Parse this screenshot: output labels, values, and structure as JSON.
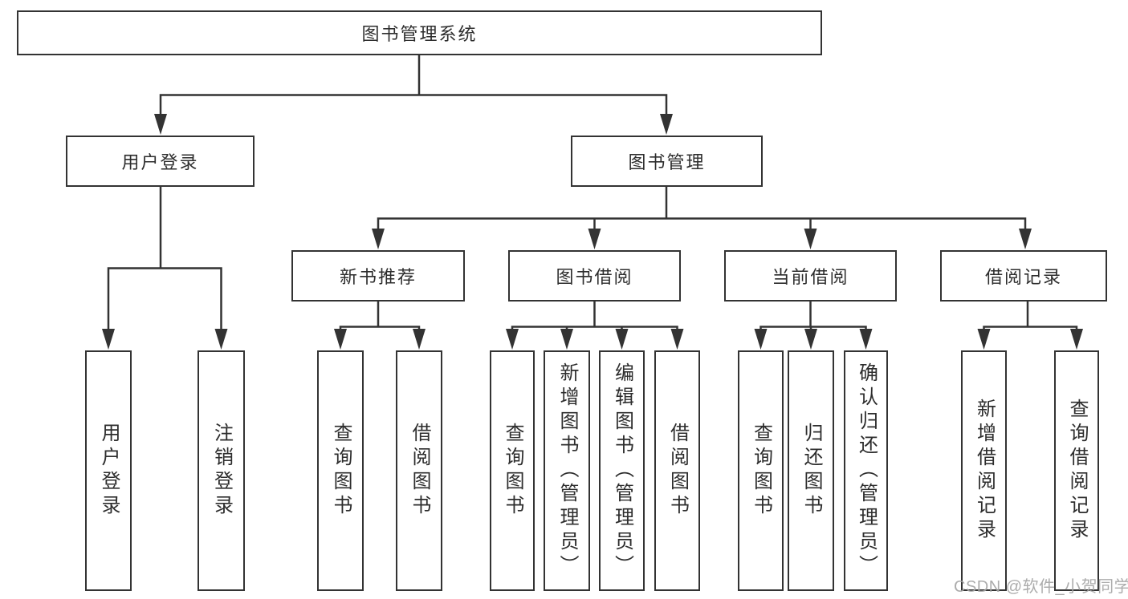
{
  "diagram": {
    "title": "图书管理系统",
    "tree": {
      "root": "图书管理系统",
      "children": [
        {
          "label": "用户登录",
          "children": [
            {
              "label": "用户登录"
            },
            {
              "label": "注销登录"
            }
          ]
        },
        {
          "label": "图书管理",
          "children": [
            {
              "label": "新书推荐",
              "children": [
                {
                  "label": "查询图书"
                },
                {
                  "label": "借阅图书"
                }
              ]
            },
            {
              "label": "图书借阅",
              "children": [
                {
                  "label": "查询图书"
                },
                {
                  "label": "新增图书（管理员）"
                },
                {
                  "label": "编辑图书（管理员）"
                },
                {
                  "label": "借阅图书"
                }
              ]
            },
            {
              "label": "当前借阅",
              "children": [
                {
                  "label": "查询图书"
                },
                {
                  "label": "归还图书"
                },
                {
                  "label": "确认归还（管理员）"
                }
              ]
            },
            {
              "label": "借阅记录",
              "children": [
                {
                  "label": "新增借阅记录"
                },
                {
                  "label": "查询借阅记录"
                }
              ]
            }
          ]
        }
      ]
    },
    "colors": {
      "line": "#333333",
      "text": "#2d2d2d",
      "background": "#ffffff",
      "watermark": "#a5a5a5"
    }
  },
  "watermark": {
    "text": "CSDN @软件_小贺同学"
  }
}
